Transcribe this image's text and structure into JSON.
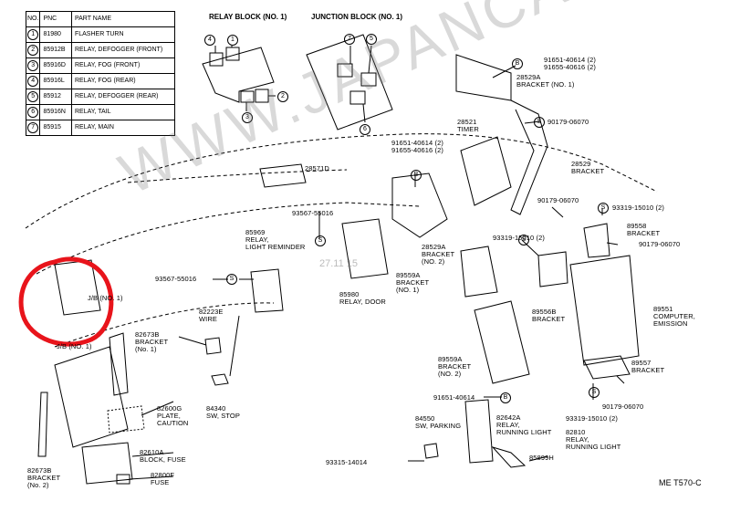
{
  "table": {
    "headers": [
      "NO.",
      "PNC",
      "PART NAME"
    ],
    "rows": [
      {
        "no": "1",
        "pnc": "81980",
        "name": "FLASHER TURN"
      },
      {
        "no": "2",
        "pnc": "85912B",
        "name": "RELAY, DEFOGGER (FRONT)"
      },
      {
        "no": "3",
        "pnc": "85916D",
        "name": "RELAY, FOG (FRONT)"
      },
      {
        "no": "4",
        "pnc": "85916L",
        "name": "RELAY, FOG (REAR)"
      },
      {
        "no": "5",
        "pnc": "85912",
        "name": "RELAY, DEFOGGER (REAR)"
      },
      {
        "no": "6",
        "pnc": "85916N",
        "name": "RELAY, TAIL"
      },
      {
        "no": "7",
        "pnc": "85915",
        "name": "RELAY, MAIN"
      }
    ]
  },
  "headers": {
    "relay_block": "RELAY BLOCK (NO. 1)",
    "junction_block": "JUNCTION BLOCK (NO. 1)"
  },
  "callout_numbers": {
    "rb_4": "4",
    "rb_1": "1",
    "rb_2": "2",
    "rb_3": "3",
    "jb_7": "7",
    "jb_5": "5",
    "jb_6": "6"
  },
  "symbols": {
    "s": "S",
    "b": "B"
  },
  "labels": {
    "l1": "91651-40614 (2)\n91655-40616 (2)",
    "l2": "28529A\nBRACKET (NO. 1)",
    "l3": "90179-06070",
    "l4": "28521\nTIMER",
    "l5": "91651-40614 (2)\n91655-40616 (2)",
    "l6": "28529\nBRACKET",
    "l7": "28571D",
    "l8": "90179-06070",
    "l9": "93319-15010 (2)",
    "l10": "93567-55016",
    "l11": "89558\nBRACKET",
    "l12": "90179-06070",
    "l13": "85969\nRELAY,\nLIGHT REMINDER",
    "l14": "93319-15010 (2)",
    "l15": "28529A\nBRACKET\n(NO. 2)",
    "l16": "89559A\nBRACKET\n(NO. 1)",
    "l17": "93567-55016",
    "l18": "85980\nRELAY, DOOR",
    "l19": "89556B\nBRACKET",
    "l20": "89551\nCOMPUTER,\nEMISSION",
    "l21": "J/B (NO. 1)",
    "l22": "82223E\nWIRE",
    "l23": "82673B\nBRACKET\n(No. 1)",
    "l24": "J/B (NO. 1)",
    "l25": "89559A\nBRACKET\n(NO. 2)",
    "l26": "89557\nBRACKET",
    "l27": "84340\nSW, STOP",
    "l28": "82600G\nPLATE,\nCAUTION",
    "l29": "91651-40614",
    "l30": "90179-06070",
    "l31": "84550\nSW, PARKING",
    "l32": "82642A\nRELAY,\nRUNNING LIGHT",
    "l33": "93319-15010 (2)",
    "l34": "82810\nRELAY,\nRUNNING LIGHT",
    "l35": "82610A\nBLOCK, FUSE",
    "l36": "85899H",
    "l37": "93315-14014",
    "l38": "82800F\nFUSE",
    "l39": "82673B\nBRACKET\n(No. 2)",
    "l40": "ME T570-C"
  },
  "watermark": {
    "main": "WWW.JAPANCATS.RU",
    "small": "27.11 15"
  },
  "highlight_color": "#e8141b"
}
